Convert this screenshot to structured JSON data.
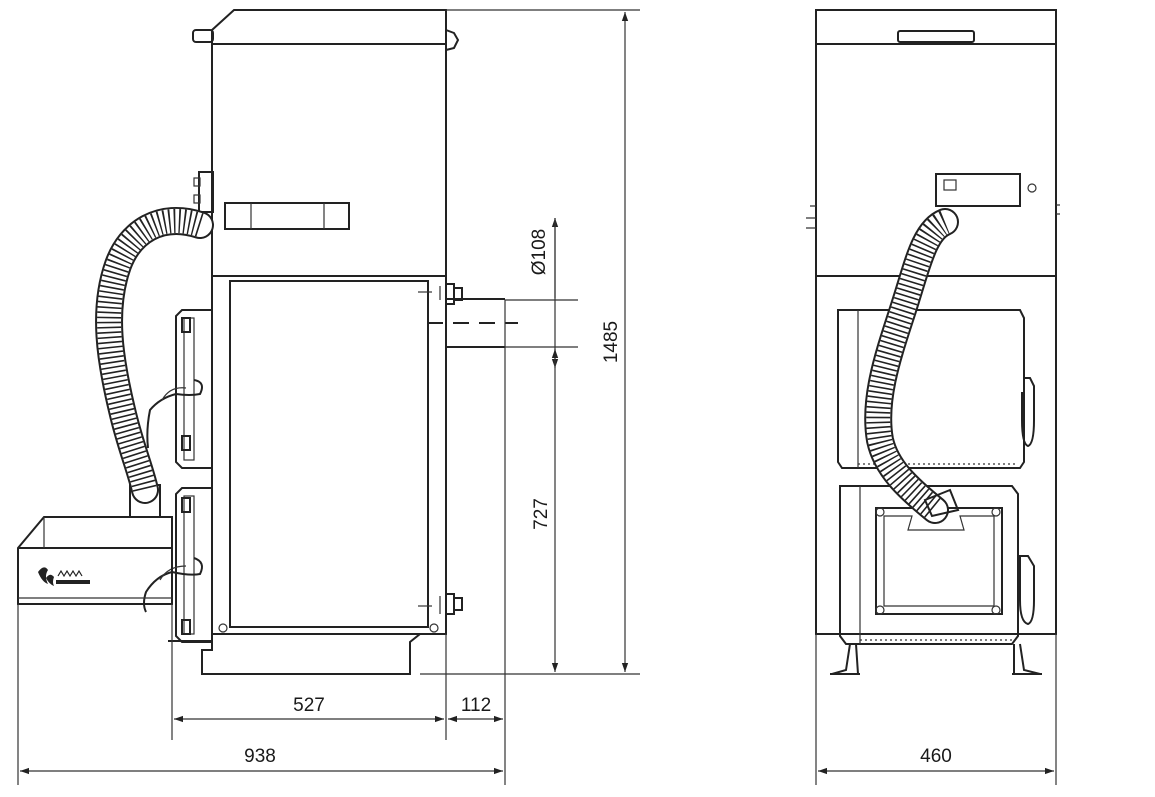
{
  "dimensions": {
    "depth_main": "527",
    "depth_overall": "938",
    "flue_offset": "112",
    "flue_diameter": "Ø108",
    "flue_height": "727",
    "total_height": "1485",
    "width": "460"
  },
  "colors": {
    "line": "#222222",
    "background": "#ffffff"
  }
}
